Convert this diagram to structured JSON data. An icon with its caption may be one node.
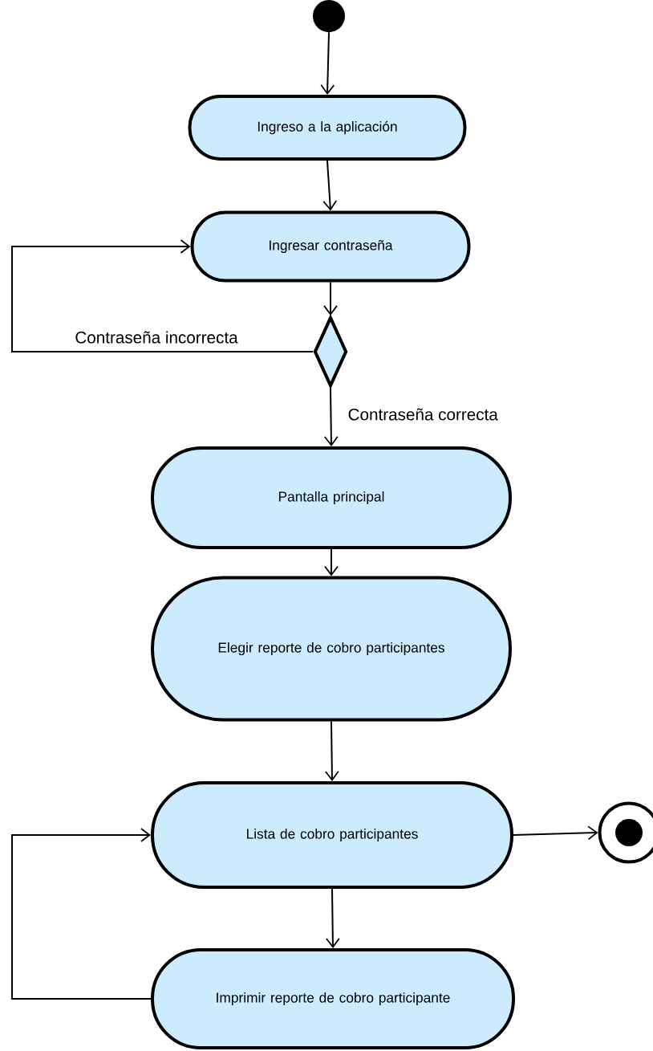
{
  "diagram": {
    "nodes": [
      {
        "text": [],
        "shape": "dot"
      },
      {
        "text": [
          "Ingreso a la aplicación"
        ]
      },
      {
        "text": [
          "Ingresar contraseña"
        ]
      },
      {
        "text": [],
        "shape": "diamond"
      },
      {
        "text": [
          "Pantalla principal"
        ]
      },
      {
        "text": [
          "Elegir reporte de cobro participantes"
        ]
      },
      {
        "text": [
          "Lista de cobro participantes"
        ]
      },
      {
        "text": [
          "Imprimir reporte de cobro participante"
        ]
      },
      {
        "text": [],
        "shape": "bullseye"
      }
    ],
    "edges": [
      {
        "from": 0,
        "to": 1,
        "arrow": "to"
      },
      {
        "from": 1,
        "to": 2,
        "arrow": "to"
      },
      {
        "from": 2,
        "to": 3,
        "arrow": "to"
      },
      {
        "from": 3,
        "to": 2,
        "arrow": "to",
        "label": "Contraseña incorrecta"
      },
      {
        "from": 3,
        "to": 4,
        "arrow": "to",
        "label": "Contraseña correcta"
      },
      {
        "from": 4,
        "to": 5,
        "arrow": "to"
      },
      {
        "from": 5,
        "to": 6,
        "arrow": "to"
      },
      {
        "from": 6,
        "to": 8,
        "arrow": "to"
      },
      {
        "from": 6,
        "to": 7,
        "arrow": "to"
      },
      {
        "from": 7,
        "to": 6,
        "arrow": "to"
      }
    ]
  }
}
